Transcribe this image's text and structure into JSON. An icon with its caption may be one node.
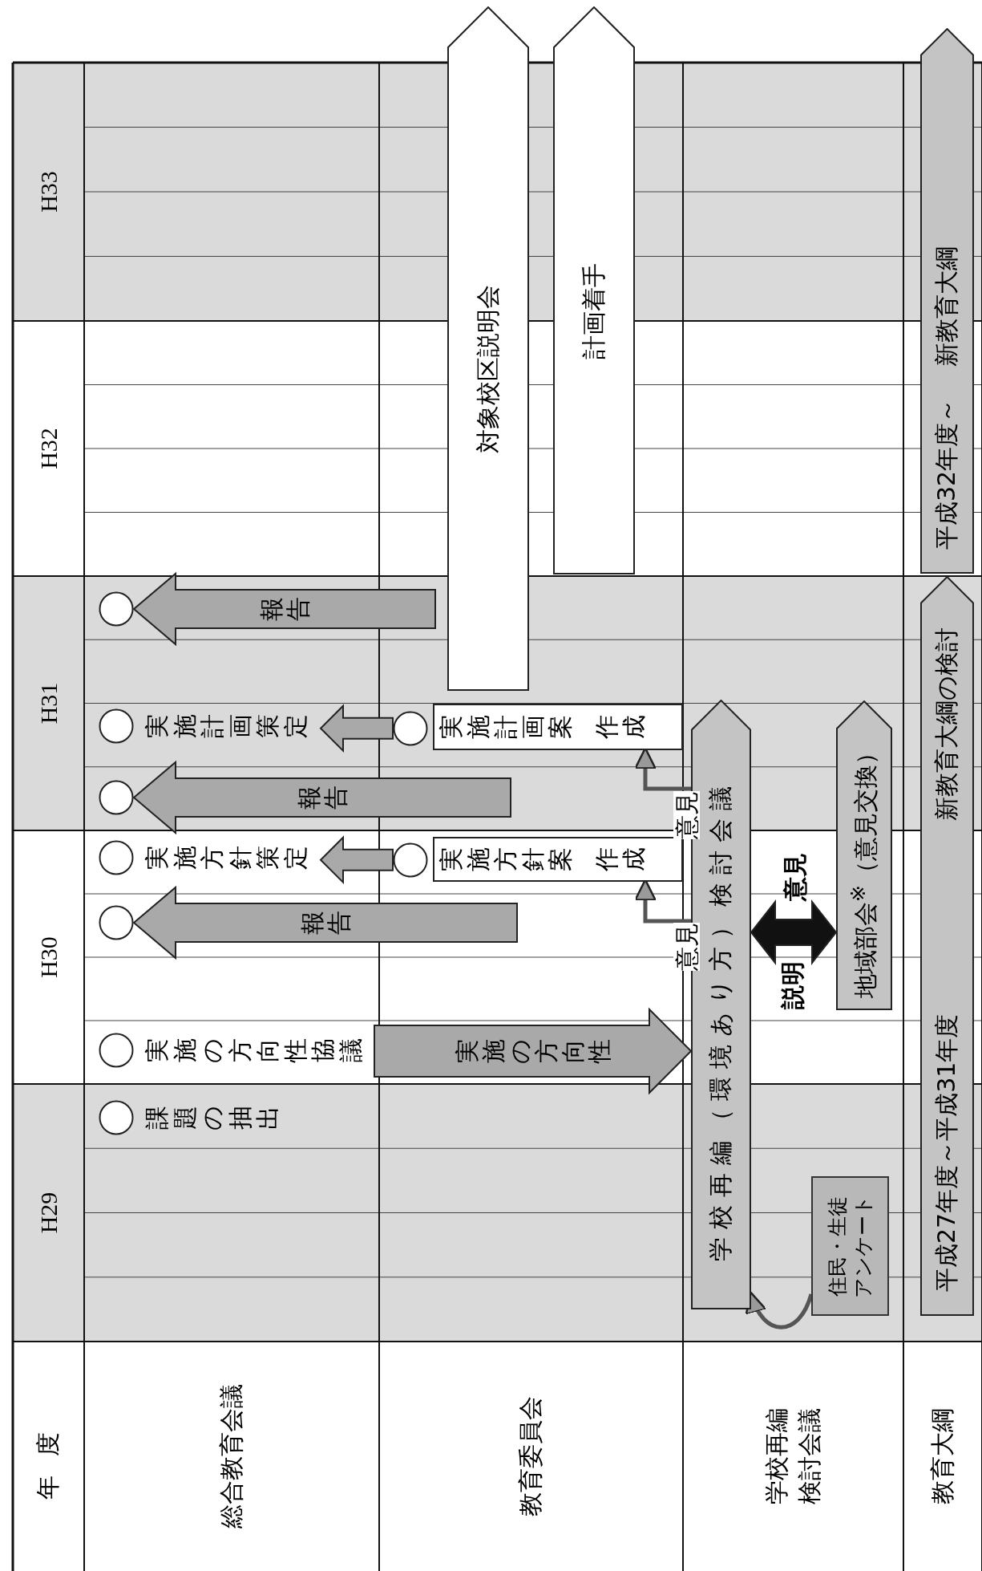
{
  "diagram": {
    "nodes": [
      {
        "text": [
          "課題の抽出"
        ]
      },
      {
        "text": [
          "実施の方向性協議"
        ]
      },
      {
        "text": [],
        "shape": "circle"
      },
      {
        "text": [
          "実施方針策定"
        ]
      },
      {
        "text": [],
        "shape": "circle"
      },
      {
        "text": [
          "実施計画策定"
        ]
      },
      {
        "text": [],
        "shape": "circle"
      },
      {
        "text": [],
        "shape": "circle"
      },
      {
        "text": [
          "実施方針案",
          "作成"
        ]
      },
      {
        "text": [],
        "shape": "circle"
      },
      {
        "text": [
          "実施計画案",
          "作成"
        ]
      },
      {
        "text": [
          "対象校区説明会"
        ]
      },
      {
        "text": [
          "計画着手"
        ]
      },
      {
        "text": [
          "学校再編（環境あり方）検討会議"
        ]
      },
      {
        "text": [
          "住民・生徒アンケート"
        ]
      },
      {
        "text": [
          "地域部会$^{※}$（意見交換）"
        ]
      },
      {
        "text": [
          "平成27年度～平成31年度",
          "新教育大綱の検討"
        ]
      },
      {
        "text": [
          "平成32年度～",
          "新教育大綱"
        ]
      }
    ],
    "edges": [
      {
        "from": null,
        "to": 2,
        "arrow": "to",
        "label": "報告",
        "style": "thick"
      },
      {
        "from": 7,
        "to": 3,
        "arrow": "to",
        "style": "thick"
      },
      {
        "from": null,
        "to": 4,
        "arrow": "to",
        "label": "報告",
        "style": "thick"
      },
      {
        "from": 9,
        "to": 5,
        "arrow": "to",
        "style": "thick"
      },
      {
        "from": null,
        "to": 6,
        "arrow": "to",
        "label": "報告",
        "style": "thick"
      },
      {
        "from": 1,
        "to": 13,
        "arrow": "to",
        "label": "実施の方向性",
        "style": "thick"
      },
      {
        "from": 13,
        "to": 8,
        "arrow": "to",
        "label": "意見"
      },
      {
        "from": 13,
        "to": 10,
        "arrow": "to",
        "label": "意見"
      },
      {
        "from": 14,
        "to": 13,
        "arrow": "to"
      },
      {
        "from": 13,
        "to": 15,
        "arrow": "both",
        "label": "説明",
        "style": "thick",
        "color": "#111111"
      }
    ],
    "labels": [
      "年度",
      "H29",
      "H30",
      "H31",
      "H32",
      "H33",
      "総合教育会議",
      "教育委員会",
      "学校再編検討会議",
      "教育大綱",
      "意見"
    ]
  }
}
